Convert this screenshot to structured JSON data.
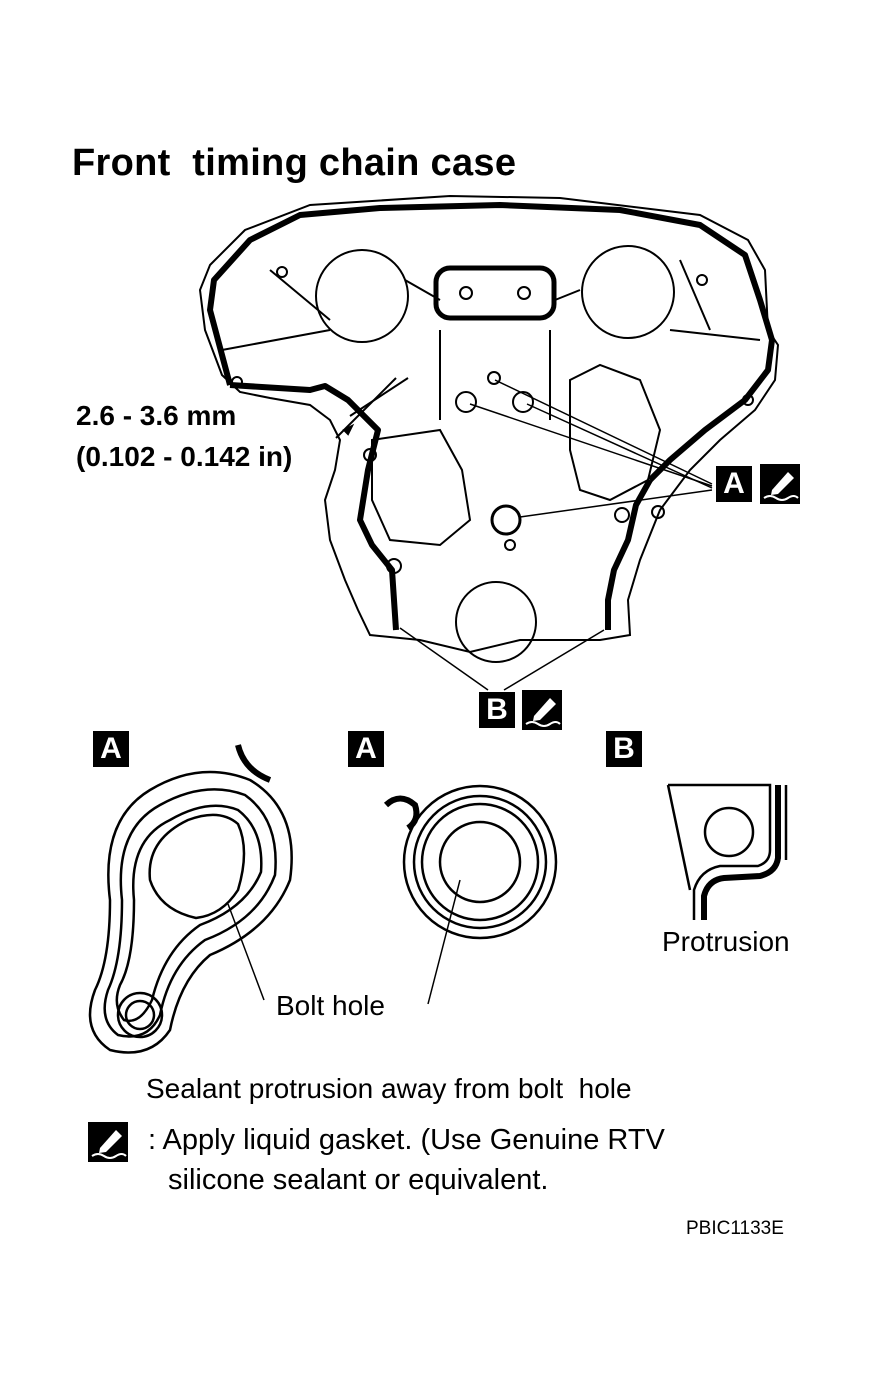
{
  "title": "Front  timing chain case",
  "dimension": {
    "metric": "2.6 - 3.6 mm",
    "imperial": "(0.102 - 0.142 in)"
  },
  "markers": {
    "a": "A",
    "b": "B"
  },
  "detail_labels": {
    "bolt_hole": "Bolt hole",
    "protrusion": "Protrusion"
  },
  "caption": "Sealant protrusion away from bolt  hole",
  "legend": {
    "line1": ": Apply liquid gasket. (Use Genuine RTV",
    "line2": "silicone sealant or equivalent."
  },
  "figure_code": "PBIC1133E",
  "icons": [
    "liquid-gasket-icon"
  ]
}
